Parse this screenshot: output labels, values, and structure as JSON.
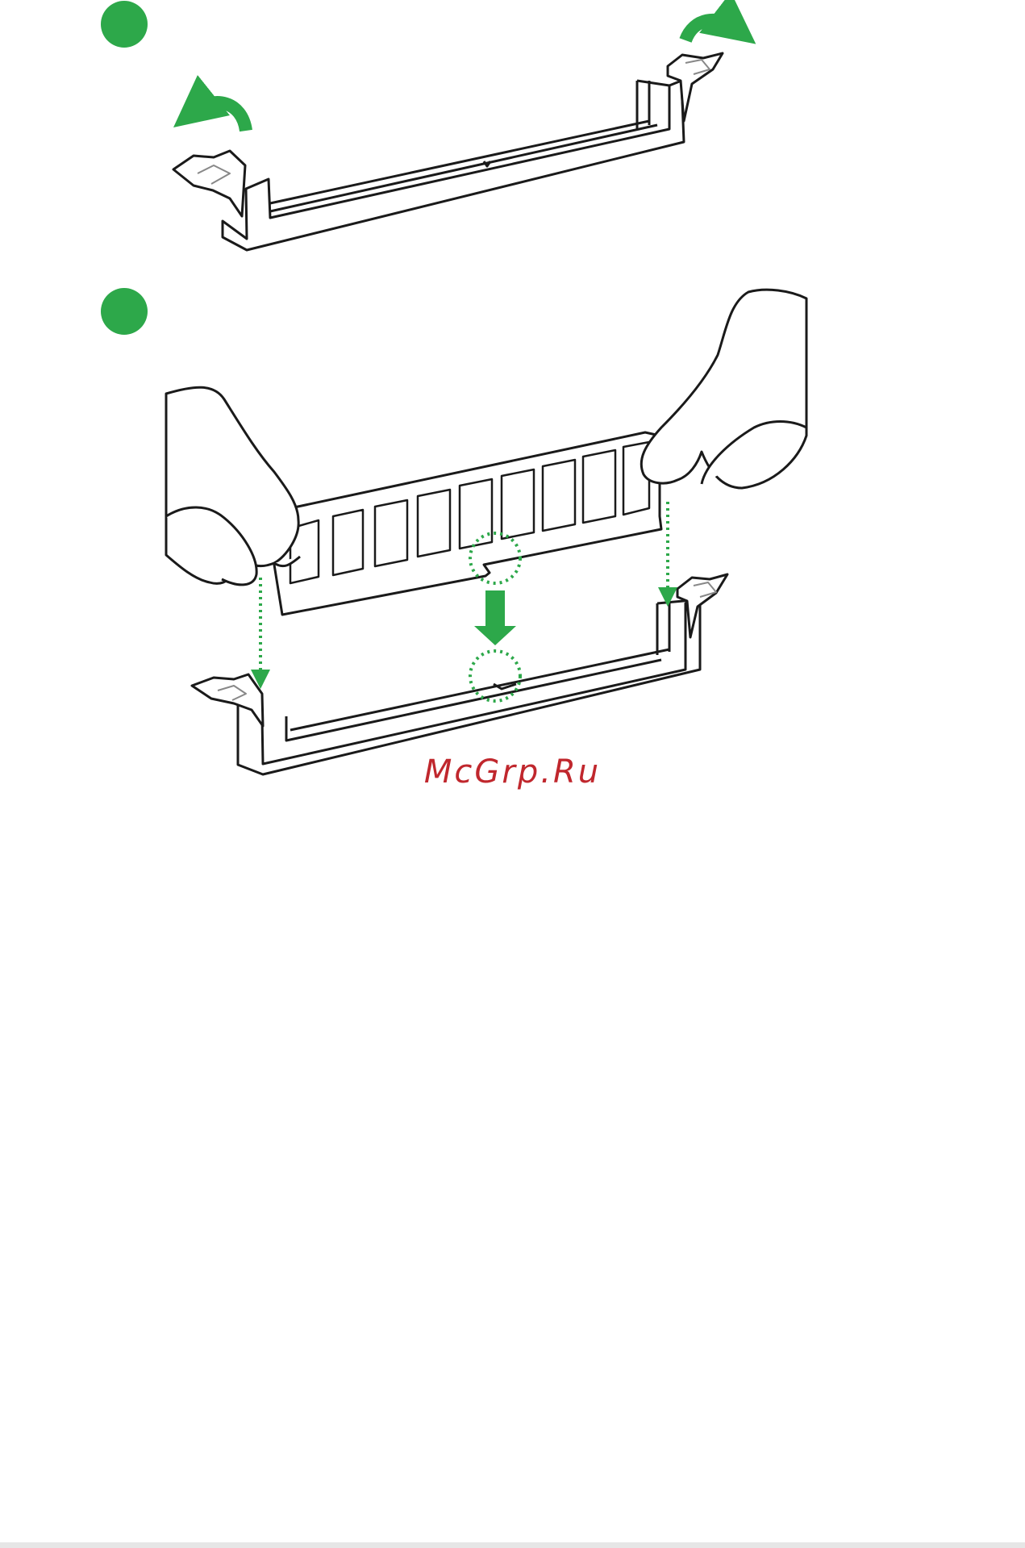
{
  "watermark": {
    "text": "McGrp.Ru"
  },
  "colors": {
    "accent": "#2da84a",
    "line": "#1a1a1a",
    "watermark": "#c0272d"
  },
  "icons": {
    "step_marker": "green-circle",
    "arrow": "curved-green-arrow",
    "down_arrow": "green-down-arrow",
    "up_arrow": "green-up-arrow"
  }
}
